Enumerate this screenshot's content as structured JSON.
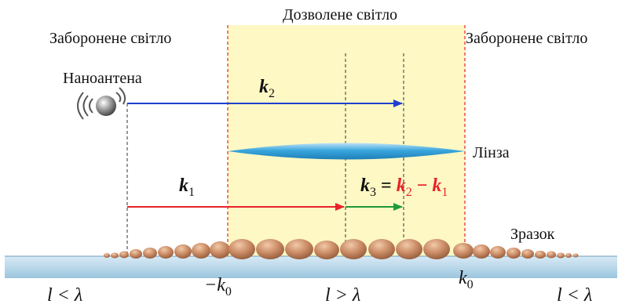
{
  "labels": {
    "allowed_light": "Дозволене світло",
    "forbidden_left": "Заборонене світло",
    "forbidden_right": "Заборонене світло",
    "nanoantenna": "Наноантена",
    "lens": "Лінза",
    "sample": "Зразок"
  },
  "vectors": {
    "k2": {
      "sym": "k",
      "sub": "2"
    },
    "k1": {
      "sym": "k",
      "sub": "1"
    },
    "k3": {
      "sym": "k",
      "sub": "3",
      "eq": " = ",
      "a": "k",
      "a_sub": "2",
      "minus": " − ",
      "b": "k",
      "b_sub": "1"
    }
  },
  "axis": {
    "left_region": "l < λ",
    "center_region": "l > λ",
    "right_region": "l < λ",
    "neg_k0": {
      "prefix": "−k",
      "sub": "0"
    },
    "pos_k0": {
      "prefix": "k",
      "sub": "0"
    }
  },
  "colors": {
    "allowed_band": "#fdf8c4",
    "k1_arrow": "#e8222a",
    "k2_arrow": "#1f3fd0",
    "k3_arrow": "#1f9a3a",
    "difference_text": "#e8222a",
    "boundary_dash": "#e8222a",
    "lens": "#3aa6dd",
    "substrate": "#9cc6de",
    "sample_particles": "#c98a64"
  },
  "icons": {
    "nanoantenna": "sphere-emitter-icon"
  }
}
